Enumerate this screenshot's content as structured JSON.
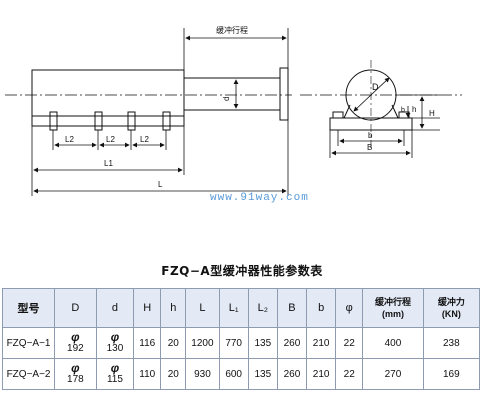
{
  "drawing": {
    "labels": {
      "stroke": "缓冲行程",
      "d": "d",
      "D": "D",
      "b_small": "b",
      "h": "h",
      "H": "H",
      "b": "b",
      "B": "B",
      "L2_first": "L2",
      "L2_second": "L2",
      "L2_third": "L2",
      "L1": "L1",
      "L": "L"
    },
    "watermark": "www.91way.com"
  },
  "table": {
    "caption": "FZQ−A型缓冲器性能参数表",
    "headers": [
      "型号",
      "D",
      "d",
      "H",
      "h",
      "L",
      "L₁",
      "L₂",
      "B",
      "b",
      "φ",
      "缓冲行程\n(mm)",
      "缓冲力\n(KN)"
    ],
    "rows": [
      {
        "model": "FZQ−A−1",
        "D_sym": "φ",
        "D": "192",
        "d_sym": "φ",
        "d": "130",
        "H": "116",
        "h": "20",
        "L": "1200",
        "L1": "770",
        "L2": "135",
        "B": "260",
        "b": "210",
        "phi": "22",
        "stroke": "400",
        "force": "238"
      },
      {
        "model": "FZQ−A−2",
        "D_sym": "φ",
        "D": "178",
        "d_sym": "φ",
        "d": "115",
        "H": "110",
        "h": "20",
        "L": "930",
        "L1": "600",
        "L2": "135",
        "B": "260",
        "b": "210",
        "phi": "22",
        "stroke": "270",
        "force": "169"
      }
    ]
  }
}
